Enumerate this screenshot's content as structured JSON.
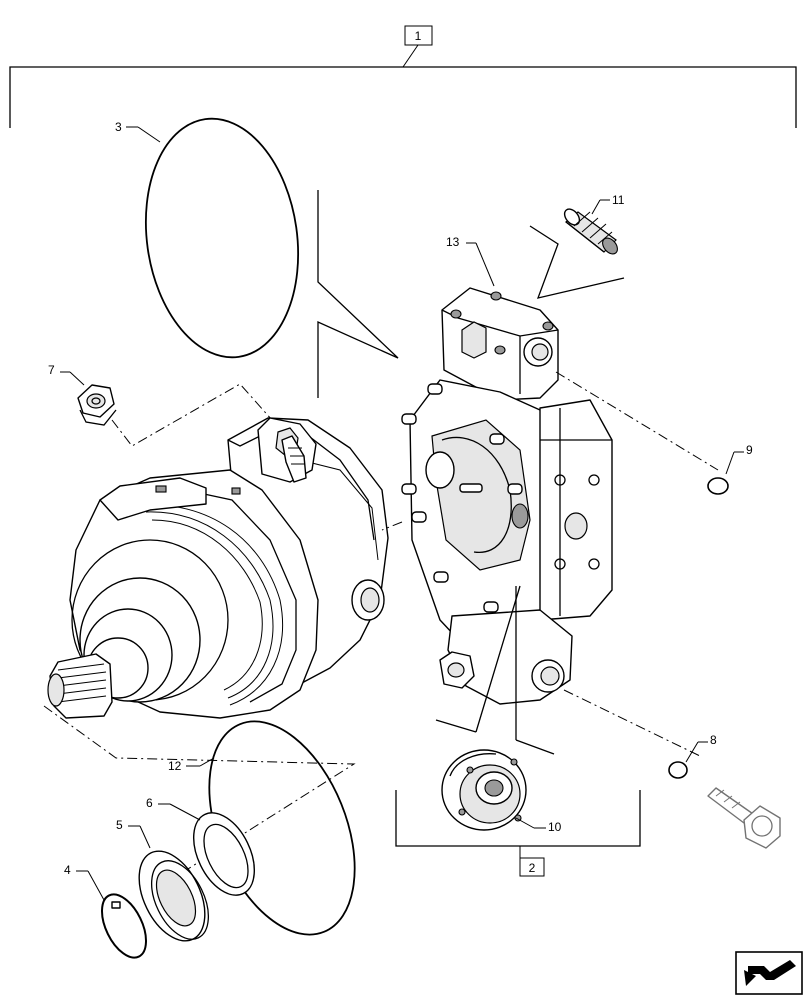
{
  "diagram": {
    "callouts": {
      "c1": "1",
      "c2": "2",
      "c3": "3",
      "c4": "4",
      "c5": "5",
      "c6": "6",
      "c7": "7",
      "c8": "8",
      "c9": "9",
      "c10": "10",
      "c11": "11",
      "c12": "12",
      "c13": "13"
    },
    "icons": {
      "nav": "return-arrow-icon"
    }
  }
}
